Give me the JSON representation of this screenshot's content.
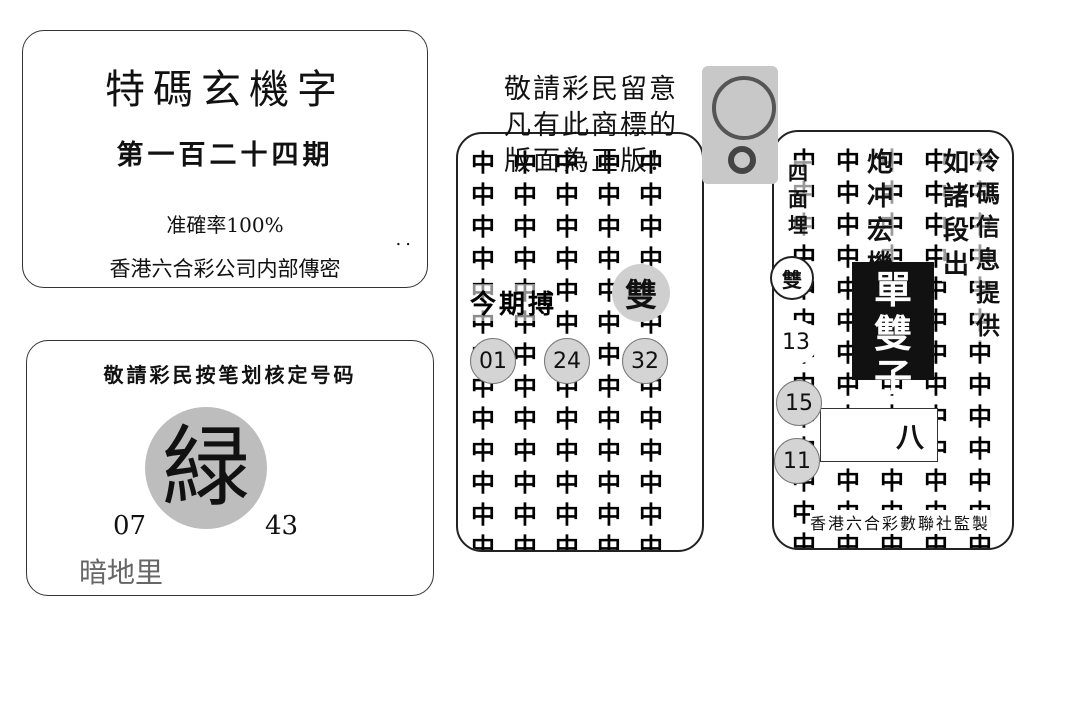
{
  "panel1": {
    "title": "特碼玄機字",
    "issue": "第一百二十四期",
    "accuracy": "准確率100%",
    "source": "香港六合彩公司内部傳密",
    "dots": ".."
  },
  "panel2": {
    "advice": "敬請彩民按笔划核定号码",
    "color_word": "緑",
    "num_left": "07",
    "num_right": "43",
    "caption": "暗地里"
  },
  "notice": {
    "line1": "敬請彩民留意",
    "line2": "凡有此商標的",
    "line3": "版面為正版!"
  },
  "card1": {
    "grid_char": "中",
    "overlay": "今期搏",
    "shuang": "雙",
    "numbers": [
      "01",
      "24",
      "32"
    ]
  },
  "card2": {
    "grid_char": "中",
    "left_col": "四面埋",
    "shuang": "雙",
    "block_text": [
      "單",
      "雙",
      "子"
    ],
    "col_a": "炮冲宏機",
    "col_b": "如諸段出",
    "col_c": "冷碼信息提供",
    "numbers": [
      "13",
      "15",
      "11"
    ],
    "eight": "八",
    "footer": "香港六合彩數聯社監製"
  }
}
